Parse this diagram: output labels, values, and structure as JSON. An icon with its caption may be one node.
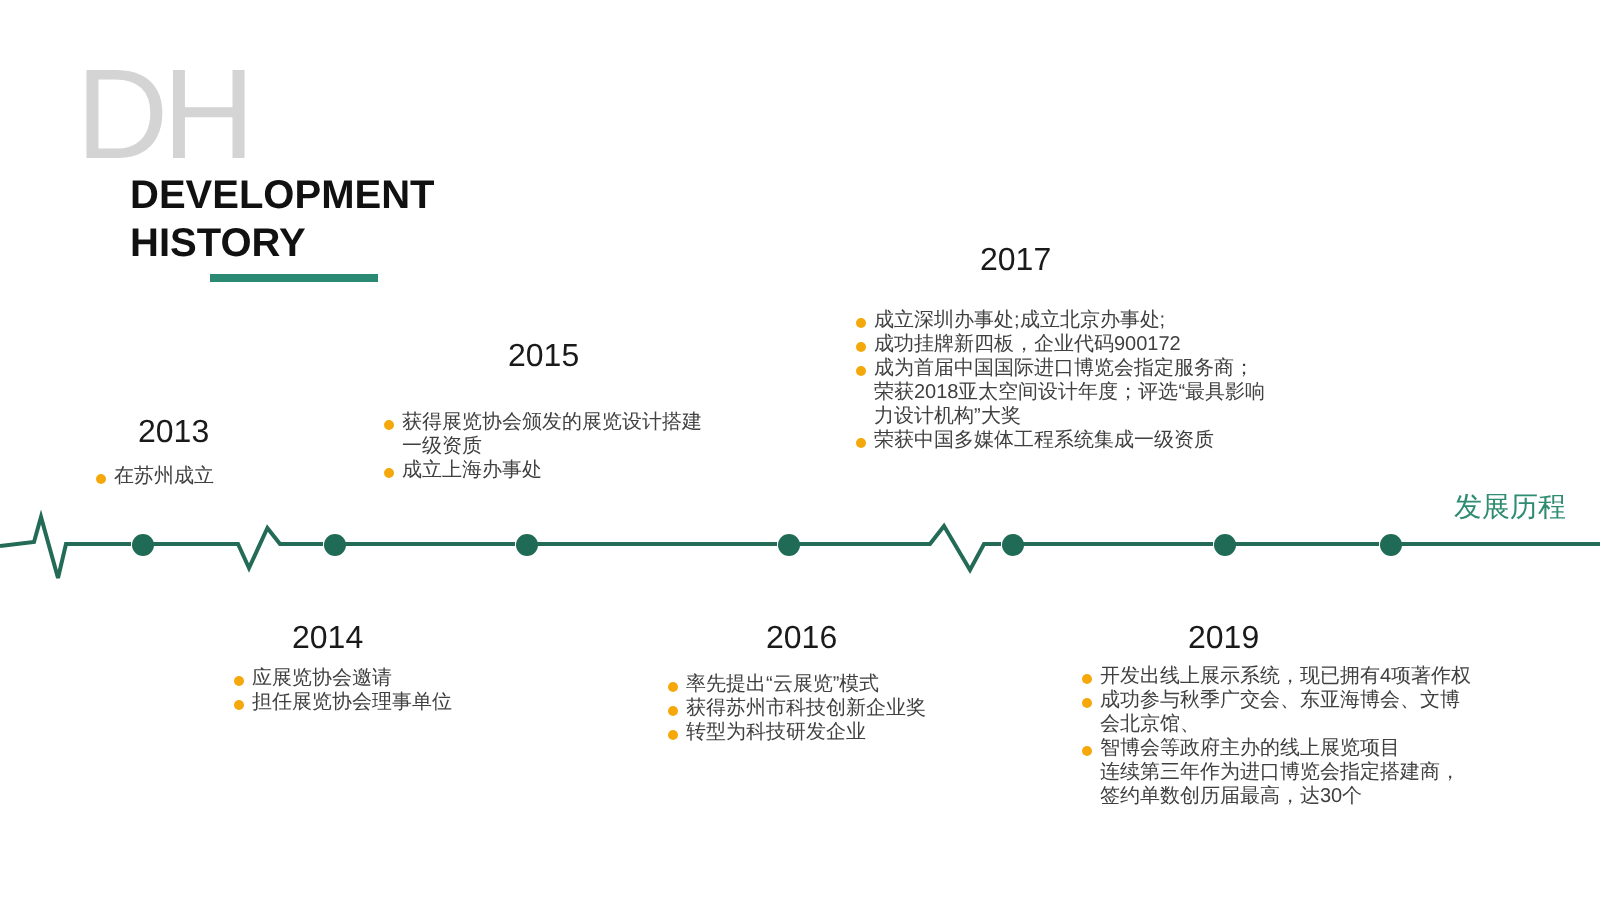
{
  "diagram": {
    "title": "DEVELOPMENT HISTORY",
    "nodes": [
      {
        "text": [],
        "shape": "circle",
        "beside": [
          "2013",
          "在苏州成立"
        ]
      },
      {
        "text": [],
        "shape": "circle",
        "beside": [
          "2014",
          "应展览协会邀请",
          "担任展览协会理事单位"
        ]
      },
      {
        "text": [],
        "shape": "circle",
        "beside": [
          "2015",
          "获得展览协会颁发的展览设计搭建一级资质",
          "成立上海办事处"
        ]
      },
      {
        "text": [],
        "shape": "circle",
        "beside": [
          "2016",
          "率先提出“云展览”模式",
          "获得苏州市科技创新企业奖",
          "转型为科技研发企业"
        ]
      },
      {
        "text": [],
        "shape": "circle",
        "beside": [
          "2017",
          "成立深圳办事处;成立北京办事处;",
          "成功挂牌新四板，企业代码900172",
          "成为首届中国国际进口博览会指定服务商；荣获2018亚太空间设计年度；评选“最具影响力设计机构”大奖",
          "荣获中国多媒体工程系统集成一级资质"
        ]
      },
      {
        "text": [],
        "shape": "circle",
        "beside": [
          "2019",
          "开发出线上展示系统，现已拥有4项著作权",
          "成功参与秋季广交会、东亚海博会、文博会北京馆、",
          "智博会等政府主办的线上展览项目",
          "连续第三年作为进口博览会指定搭建商，签约单数创历届最高，达30个"
        ]
      },
      {
        "text": [],
        "shape": "circle"
      }
    ],
    "edges": [
      {
        "from": null,
        "to": 0,
        "arrow": "none"
      },
      {
        "from": 0,
        "to": 1,
        "arrow": "none"
      },
      {
        "from": 1,
        "to": 2,
        "arrow": "none"
      },
      {
        "from": 2,
        "to": 3,
        "arrow": "none"
      },
      {
        "from": 3,
        "to": 4,
        "arrow": "none"
      },
      {
        "from": 4,
        "to": 5,
        "arrow": "none"
      },
      {
        "from": 5,
        "to": 6,
        "arrow": "none"
      },
      {
        "from": 6,
        "to": null,
        "arrow": "none"
      }
    ],
    "labels": [
      "DH",
      "发展历程"
    ]
  }
}
